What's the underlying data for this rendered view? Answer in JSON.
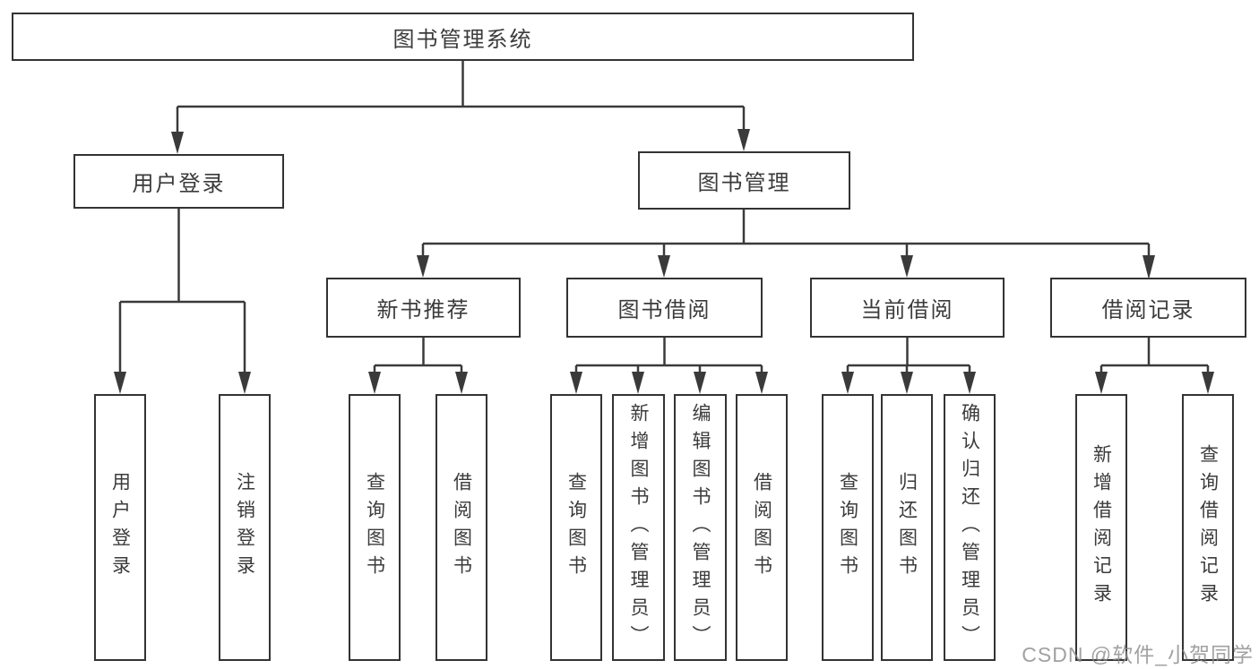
{
  "diagram": {
    "title": "图书管理系统",
    "type": "hierarchy-tree",
    "colors": {
      "line": "#3a3a3a",
      "box_border": "#333333",
      "box_fill": "#ffffff",
      "text": "#3b3b3b",
      "watermark": "#8c8c8c",
      "background": "#ffffff"
    },
    "tree": {
      "label": "图书管理系统",
      "children": [
        {
          "label": "用户登录",
          "children": [
            {
              "label": "用户登录"
            },
            {
              "label": "注销登录"
            }
          ]
        },
        {
          "label": "图书管理",
          "children": [
            {
              "label": "新书推荐",
              "children": [
                {
                  "label": "查询图书"
                },
                {
                  "label": "借阅图书"
                }
              ]
            },
            {
              "label": "图书借阅",
              "children": [
                {
                  "label": "查询图书"
                },
                {
                  "label": "新增图书（管理员）"
                },
                {
                  "label": "编辑图书（管理员）"
                },
                {
                  "label": "借阅图书"
                }
              ]
            },
            {
              "label": "当前借阅",
              "children": [
                {
                  "label": "查询图书"
                },
                {
                  "label": "归还图书"
                },
                {
                  "label": "确认归还（管理员）"
                }
              ]
            },
            {
              "label": "借阅记录",
              "children": [
                {
                  "label": "新增借阅记录"
                },
                {
                  "label": "查询借阅记录"
                }
              ]
            }
          ]
        }
      ]
    },
    "watermark": {
      "text": "CSDN @软件_小贺同学"
    }
  }
}
